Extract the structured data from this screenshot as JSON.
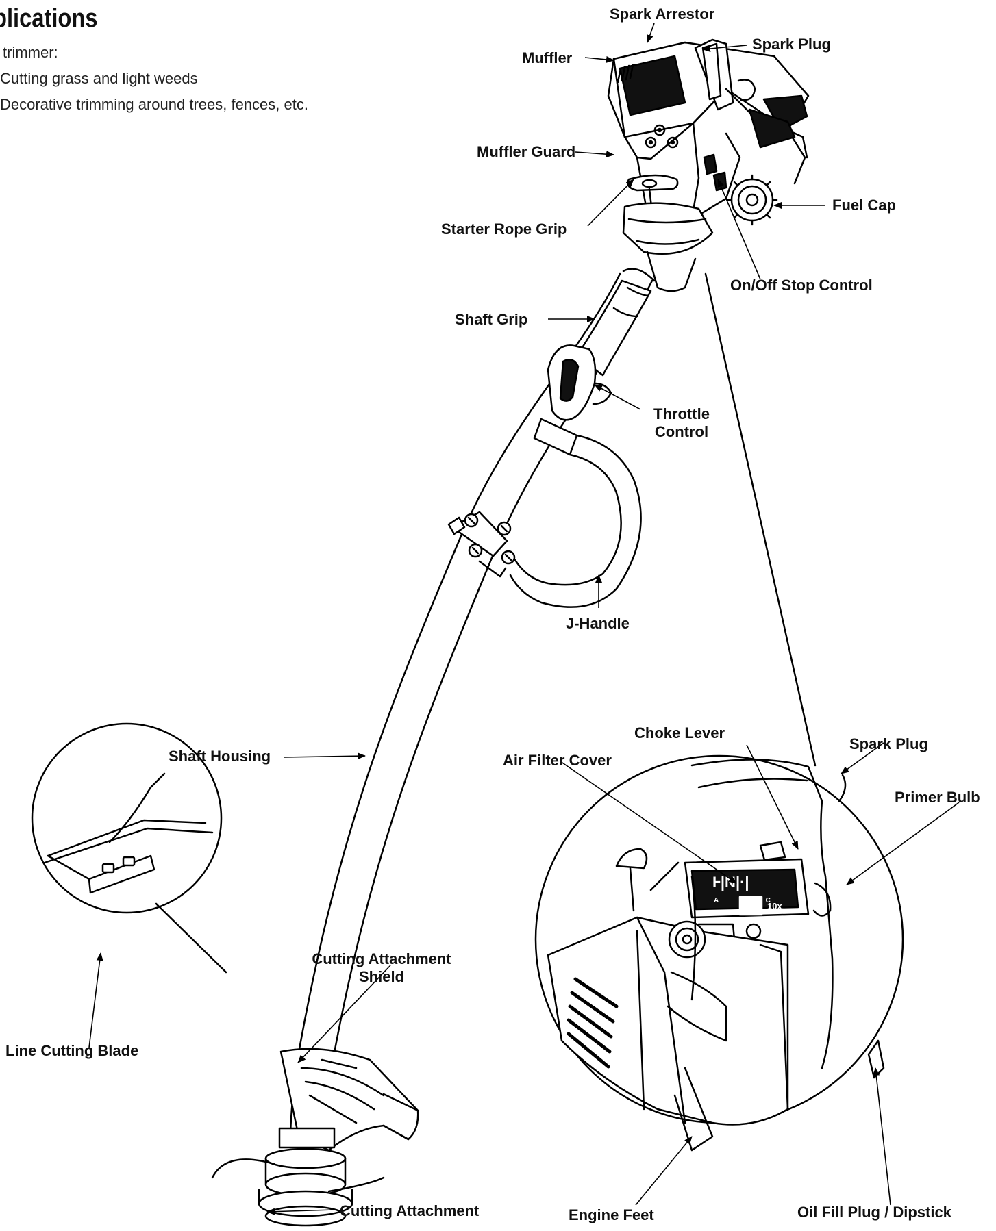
{
  "section": {
    "heading": "plications",
    "intro": "trimmer:",
    "uses": [
      "Cutting grass and light weeds",
      "Decorative trimming around trees, fences, etc."
    ]
  },
  "labels": {
    "spark_arrestor": "Spark Arrestor",
    "spark_plug": "Spark Plug",
    "muffler": "Muffler",
    "muffler_guard": "Muffler Guard",
    "fuel_cap": "Fuel Cap",
    "starter_rope_grip": "Starter Rope Grip",
    "on_off_stop_control": "On/Off Stop Control",
    "shaft_grip": "Shaft Grip",
    "throttle_control_line1": "Throttle",
    "throttle_control_line2": "Control",
    "j_handle": "J-Handle",
    "shaft_housing": "Shaft Housing",
    "line_cutting_blade": "Line Cutting Blade",
    "cutting_attachment_shield_line1": "Cutting Attachment",
    "cutting_attachment_shield_line2": "Shield",
    "cutting_attachment": "Cutting Attachment",
    "choke_lever": "Choke Lever",
    "air_filter_cover": "Air Filter Cover",
    "spark_plug_detail": "Spark Plug",
    "primer_bulb": "Primer Bulb",
    "engine_feet": "Engine Feet",
    "oil_fill_plug_dipstick": "Oil Fill Plug / Dipstick"
  },
  "decal": {
    "symbols": "Ⱶ|N|·|",
    "letters": "A B C",
    "count": "10x"
  }
}
